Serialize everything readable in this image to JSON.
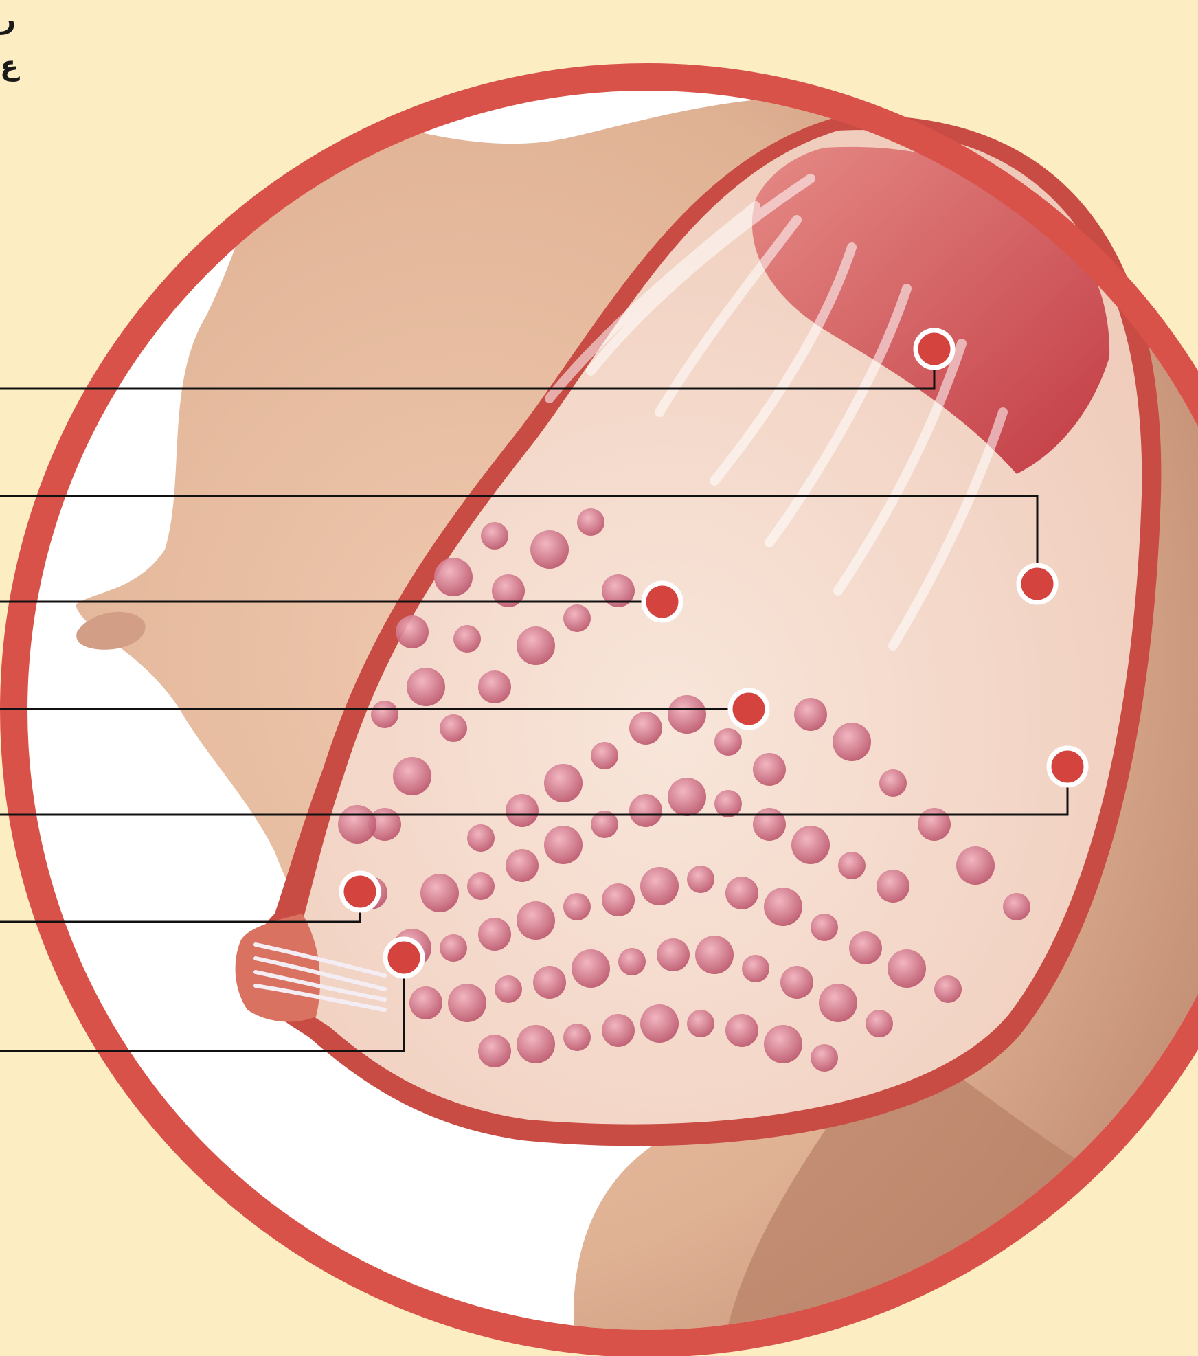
{
  "corner_mark": "ر\nع",
  "colors": {
    "background": "#fdedc3",
    "frame_ring": "#d9524a",
    "skin": "#e3b69b",
    "tissue": "#f3d7c8",
    "lobule": "#cf7083",
    "muscle": "#c8444a",
    "marker": "#d4433d",
    "leader": "#111111"
  },
  "callouts": [
    {
      "id": "1",
      "label": ""
    },
    {
      "id": "2",
      "label": ""
    },
    {
      "id": "3",
      "label": ""
    },
    {
      "id": "4",
      "label": ""
    },
    {
      "id": "5",
      "label": ""
    },
    {
      "id": "6",
      "label": ""
    },
    {
      "id": "7",
      "label": ""
    }
  ]
}
